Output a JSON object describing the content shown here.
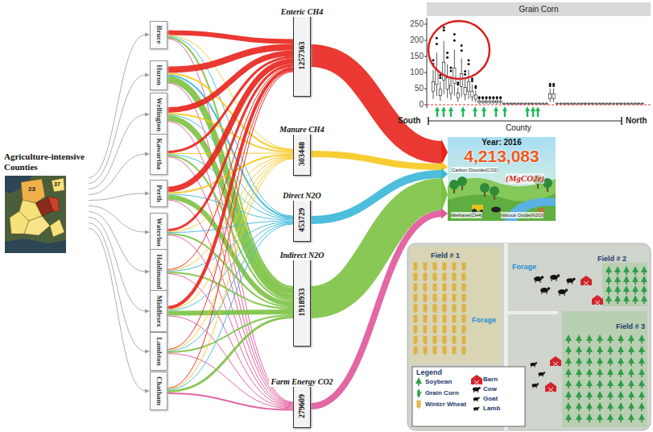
{
  "diagram": {
    "nodes": [
      {
        "text": [
          "Agriculture-intensive Counties"
        ]
      },
      {
        "text": [
          "Bruce"
        ]
      },
      {
        "text": [
          "Huron"
        ]
      },
      {
        "text": [
          "Wellington"
        ]
      },
      {
        "text": [
          "Kawartha"
        ]
      },
      {
        "text": [
          "Perth"
        ]
      },
      {
        "text": [
          "Waterloo"
        ]
      },
      {
        "text": [
          "Haldimand"
        ]
      },
      {
        "text": [
          "Middlesex"
        ]
      },
      {
        "text": [
          "Lambton"
        ]
      },
      {
        "text": [
          "Chatham"
        ]
      },
      {
        "text": [
          "Enteric CH4",
          "1257363"
        ]
      },
      {
        "text": [
          "Manure CH4",
          "303448"
        ]
      },
      {
        "text": [
          "Direct N2O",
          "453729"
        ]
      },
      {
        "text": [
          "Indirect N2O",
          "1918933"
        ]
      },
      {
        "text": [
          "Farm Energy CO2",
          "279609"
        ]
      },
      {
        "text": [
          "Year: 2016",
          "4,213,083",
          "Carbon Dioxide(CO2)",
          "(MgCO2e)",
          "Methane(CH4)",
          "Nitrous Oxide(N2O)"
        ]
      }
    ],
    "edges": [
      {
        "from": 0,
        "to": 1,
        "arrow": "to"
      },
      {
        "from": 0,
        "to": 2,
        "arrow": "to"
      },
      {
        "from": 0,
        "to": 3,
        "arrow": "to"
      },
      {
        "from": 0,
        "to": 4,
        "arrow": "to"
      },
      {
        "from": 0,
        "to": 5,
        "arrow": "to"
      },
      {
        "from": 0,
        "to": 6,
        "arrow": "to"
      },
      {
        "from": 0,
        "to": 7,
        "arrow": "to"
      },
      {
        "from": 0,
        "to": 8,
        "arrow": "to"
      },
      {
        "from": 0,
        "to": 9,
        "arrow": "to"
      },
      {
        "from": 0,
        "to": 10,
        "arrow": "to"
      },
      {
        "from": 1,
        "to": 11,
        "arrow": "none"
      },
      {
        "from": 1,
        "to": 12,
        "arrow": "none"
      },
      {
        "from": 1,
        "to": 13,
        "arrow": "none"
      },
      {
        "from": 1,
        "to": 14,
        "arrow": "none"
      },
      {
        "from": 1,
        "to": 15,
        "arrow": "none"
      },
      {
        "from": 2,
        "to": 11,
        "arrow": "none"
      },
      {
        "from": 2,
        "to": 12,
        "arrow": "none"
      },
      {
        "from": 2,
        "to": 13,
        "arrow": "none"
      },
      {
        "from": 2,
        "to": 14,
        "arrow": "none"
      },
      {
        "from": 2,
        "to": 15,
        "arrow": "none"
      },
      {
        "from": 3,
        "to": 11,
        "arrow": "none"
      },
      {
        "from": 3,
        "to": 12,
        "arrow": "none"
      },
      {
        "from": 3,
        "to": 13,
        "arrow": "none"
      },
      {
        "from": 3,
        "to": 14,
        "arrow": "none"
      },
      {
        "from": 3,
        "to": 15,
        "arrow": "none"
      },
      {
        "from": 4,
        "to": 11,
        "arrow": "none"
      },
      {
        "from": 4,
        "to": 12,
        "arrow": "none"
      },
      {
        "from": 4,
        "to": 13,
        "arrow": "none"
      },
      {
        "from": 4,
        "to": 14,
        "arrow": "none"
      },
      {
        "from": 4,
        "to": 15,
        "arrow": "none"
      },
      {
        "from": 5,
        "to": 11,
        "arrow": "none"
      },
      {
        "from": 5,
        "to": 12,
        "arrow": "none"
      },
      {
        "from": 5,
        "to": 13,
        "arrow": "none"
      },
      {
        "from": 5,
        "to": 14,
        "arrow": "none"
      },
      {
        "from": 5,
        "to": 15,
        "arrow": "none"
      },
      {
        "from": 6,
        "to": 11,
        "arrow": "none"
      },
      {
        "from": 6,
        "to": 12,
        "arrow": "none"
      },
      {
        "from": 6,
        "to": 13,
        "arrow": "none"
      },
      {
        "from": 6,
        "to": 14,
        "arrow": "none"
      },
      {
        "from": 6,
        "to": 15,
        "arrow": "none"
      },
      {
        "from": 7,
        "to": 11,
        "arrow": "none"
      },
      {
        "from": 7,
        "to": 12,
        "arrow": "none"
      },
      {
        "from": 7,
        "to": 13,
        "arrow": "none"
      },
      {
        "from": 7,
        "to": 14,
        "arrow": "none"
      },
      {
        "from": 7,
        "to": 15,
        "arrow": "none"
      },
      {
        "from": 8,
        "to": 11,
        "arrow": "none"
      },
      {
        "from": 8,
        "to": 12,
        "arrow": "none"
      },
      {
        "from": 8,
        "to": 13,
        "arrow": "none"
      },
      {
        "from": 8,
        "to": 14,
        "arrow": "none"
      },
      {
        "from": 8,
        "to": 15,
        "arrow": "none"
      },
      {
        "from": 9,
        "to": 11,
        "arrow": "none"
      },
      {
        "from": 9,
        "to": 12,
        "arrow": "none"
      },
      {
        "from": 9,
        "to": 13,
        "arrow": "none"
      },
      {
        "from": 9,
        "to": 14,
        "arrow": "none"
      },
      {
        "from": 9,
        "to": 15,
        "arrow": "none"
      },
      {
        "from": 10,
        "to": 11,
        "arrow": "none"
      },
      {
        "from": 10,
        "to": 12,
        "arrow": "none"
      },
      {
        "from": 10,
        "to": 13,
        "arrow": "none"
      },
      {
        "from": 10,
        "to": 14,
        "arrow": "none"
      },
      {
        "from": 10,
        "to": 15,
        "arrow": "none"
      },
      {
        "from": 11,
        "to": 16,
        "arrow": "to"
      },
      {
        "from": 12,
        "to": 16,
        "arrow": "to"
      },
      {
        "from": 13,
        "to": 16,
        "arrow": "to"
      },
      {
        "from": 14,
        "to": 16,
        "arrow": "to"
      },
      {
        "from": 15,
        "to": 16,
        "arrow": "to"
      }
    ],
    "labels": [
      "Grain Corn",
      "250",
      "200",
      "150",
      "100",
      "50",
      "0",
      "South",
      "County",
      "North",
      "23",
      "37",
      "Field # 1",
      "Field # 2",
      "Field # 3",
      "Forage",
      "Forage",
      "Legend"
    ],
    "legend": [
      {
        "text": "Soybean"
      },
      {
        "text": "Grain Corn"
      },
      {
        "text": "Winter Wheat"
      },
      {
        "text": "Barn"
      },
      {
        "text": "Cow"
      },
      {
        "text": "Goat"
      },
      {
        "text": "Lamb"
      }
    ]
  }
}
